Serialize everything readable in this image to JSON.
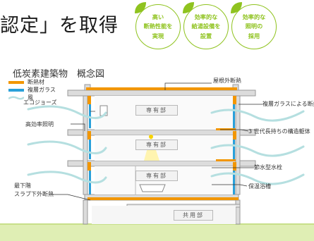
{
  "heading": "認定」を取得",
  "badges": [
    {
      "text": "高い\n断熱性能を\n実現"
    },
    {
      "text": "効率的な\n給湯設備を\n設置"
    },
    {
      "text": "効率的な\n照明の\n採用"
    }
  ],
  "diagram": {
    "title": "低炭素建築物　概念図",
    "legend": [
      {
        "label": "断熱材",
        "color": "#f29600"
      },
      {
        "label": "複層ガラス",
        "color": "#29a0da"
      },
      {
        "label": "風",
        "color": "#b5dfe0"
      }
    ],
    "callouts": {
      "roof_insulation": "屋根外断熱",
      "double_glazing_insulation": "複層ガラスによる断熱",
      "long_life_structure": "3 世代長持ちの構造躯体",
      "water_saving_faucet": "節水型水栓",
      "thermal_bathtub": "保温浴槽",
      "efficient_lighting": "高効率照明",
      "ecojoze": "エコジョーズ",
      "slab_insulation_line1": "最下階",
      "slab_insulation_line2": "スラブ下外断熱"
    },
    "rooms": [
      "専有部",
      "専有部",
      "専有部",
      "共用部"
    ]
  },
  "colors": {
    "accent_green": "#8fc31f",
    "insulation_orange": "#f29600",
    "glass_blue": "#29a0da",
    "wind_green": "#b5dfe0",
    "ground_green": "#dfeeb4"
  }
}
